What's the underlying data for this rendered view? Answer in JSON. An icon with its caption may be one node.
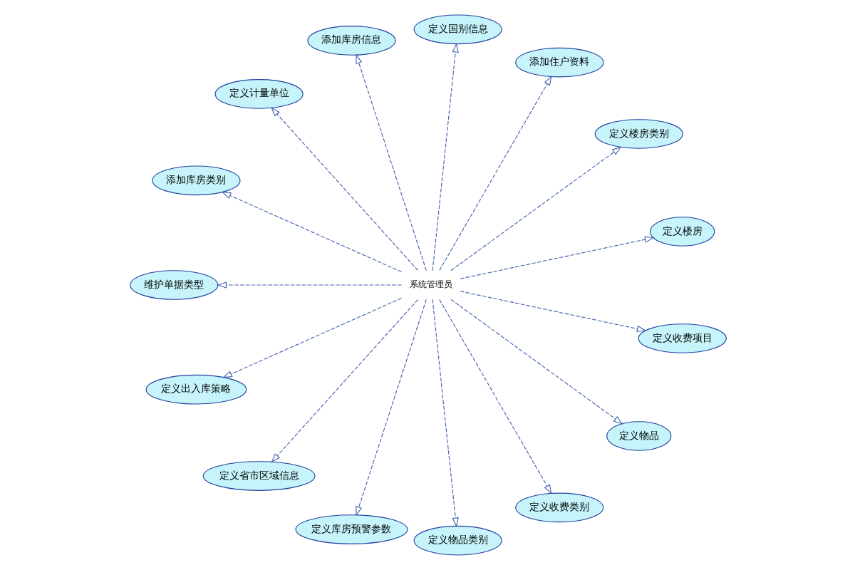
{
  "diagram": {
    "nodes": [
      {
        "text": [
          "系统管理员"
        ]
      },
      {
        "text": [
          "定义楼房"
        ]
      },
      {
        "text": [
          "定义楼房类别"
        ]
      },
      {
        "text": [
          "添加住户资料"
        ]
      },
      {
        "text": [
          "定义国别信息"
        ]
      },
      {
        "text": [
          "添加库房信息"
        ]
      },
      {
        "text": [
          "定义计量单位"
        ]
      },
      {
        "text": [
          "添加库房类别"
        ]
      },
      {
        "text": [
          "维护单据类型"
        ]
      },
      {
        "text": [
          "定义出入库策略"
        ]
      },
      {
        "text": [
          "定义省市区域信息"
        ]
      },
      {
        "text": [
          "定义库房预警参数"
        ]
      },
      {
        "text": [
          "定义物品类别"
        ]
      },
      {
        "text": [
          "定义收费类别"
        ]
      },
      {
        "text": [
          "定义物品"
        ]
      },
      {
        "text": [
          "定义收费项目"
        ]
      }
    ],
    "edges": [
      {
        "from": 0,
        "to": 1,
        "arrow": "to",
        "style": "dashed"
      },
      {
        "from": 0,
        "to": 3,
        "arrow": "to",
        "style": "dashed"
      },
      {
        "from": 0,
        "to": 5,
        "arrow": "to",
        "style": "dashed"
      },
      {
        "from": 0,
        "to": 7,
        "arrow": "to",
        "style": "dashed"
      },
      {
        "from": 0,
        "to": 9,
        "arrow": "to",
        "style": "dashed"
      },
      {
        "from": 0,
        "to": 11,
        "arrow": "to",
        "style": "dashed"
      },
      {
        "from": 0,
        "to": 13,
        "arrow": "to",
        "style": "dashed"
      },
      {
        "from": 0,
        "to": 15,
        "arrow": "to",
        "style": "dashed"
      },
      {
        "from": 0,
        "to": 14,
        "arrow": "to",
        "style": "dashed"
      },
      {
        "from": 0,
        "to": 12,
        "arrow": "to",
        "style": "dashed"
      },
      {
        "from": 0,
        "to": 10,
        "arrow": "to",
        "style": "dashed"
      },
      {
        "from": 0,
        "to": 8,
        "arrow": "to",
        "style": "dashed"
      },
      {
        "from": 0,
        "to": 6,
        "arrow": "to",
        "style": "dashed"
      },
      {
        "from": 0,
        "to": 4,
        "arrow": "to",
        "style": "dashed"
      },
      {
        "from": 0,
        "to": 2,
        "arrow": "to",
        "style": "dashed"
      }
    ]
  }
}
